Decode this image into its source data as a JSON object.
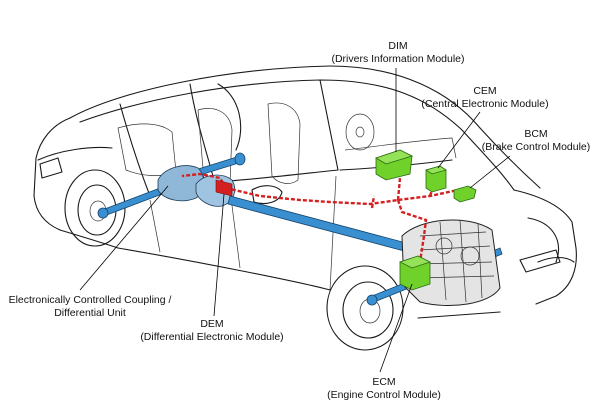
{
  "colors": {
    "module_green": "#6fd12a",
    "can_bus_red": "#d42020",
    "drivetrain_blue": "#3a8fd0",
    "outline": "#1a1a1a"
  },
  "labels": {
    "dim": {
      "line1": "DIM",
      "line2": "(Drivers Information Module)"
    },
    "cem": {
      "line1": "CEM",
      "line2": "(Central Electronic Module)"
    },
    "bcm": {
      "line1": "BCM",
      "line2": "(Brake Control Module)"
    },
    "coupling": {
      "line1": "Electronically Controlled Coupling /",
      "line2": "Differential Unit"
    },
    "dem": {
      "line1": "DEM",
      "line2": "(Differential Electronic Module)"
    },
    "ecm": {
      "line1": "ECM",
      "line2": "(Engine Control Module)"
    }
  }
}
